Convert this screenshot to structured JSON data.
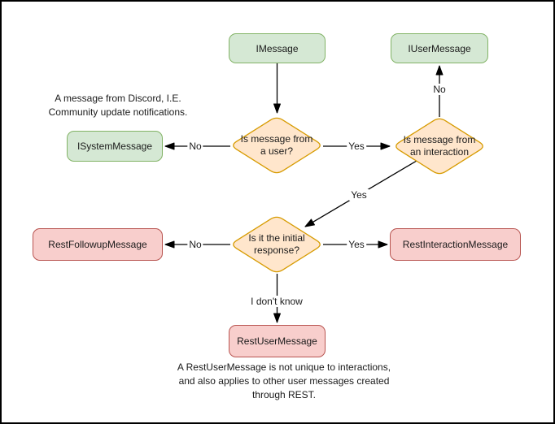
{
  "diagram": {
    "nodes": {
      "imessage": "IMessage",
      "iuser": "IUserMessage",
      "isystem": "ISystemMessage",
      "restfollowup": "RestFollowupMessage",
      "restinteraction": "RestInteractionMessage",
      "restuser": "RestUserMessage"
    },
    "decisions": {
      "from_user": "Is message from\na user?",
      "from_interaction": "Is message from\nan interaction",
      "initial_response": "Is it the initial\nresponse?"
    },
    "edge_labels": {
      "user_no": "No",
      "user_yes": "Yes",
      "interaction_no": "No",
      "interaction_yes": "Yes",
      "initial_no": "No",
      "initial_yes": "Yes",
      "initial_unknown": "I don't know"
    },
    "notes": {
      "system": "A message from Discord, I.E.\nCommunity update notifications.",
      "restuser": "A RestUserMessage is not unique to interactions,\nand also applies to other user messages created\nthrough REST."
    },
    "colors": {
      "class_green_fill": "#d5e8d4",
      "class_green_border": "#82b366",
      "decision_fill": "#ffe6cc",
      "decision_border": "#d79b00",
      "class_red_fill": "#f8cecc",
      "class_red_border": "#b85450",
      "connector": "#000000"
    }
  }
}
